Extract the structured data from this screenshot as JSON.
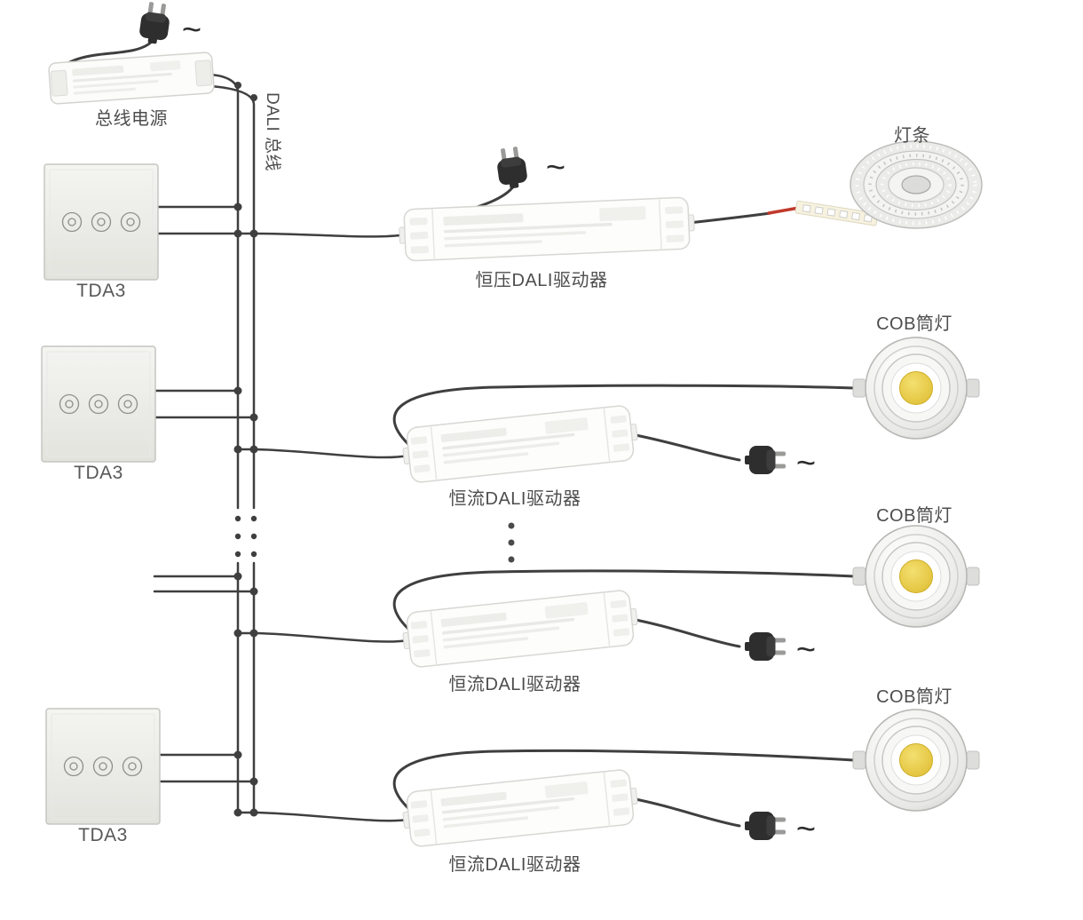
{
  "diagram": {
    "power": {
      "bus_power_label": "总线电源",
      "ac_symbol": "~"
    },
    "bus": {
      "label": "DALI 总线"
    },
    "panels": [
      {
        "label": "TDA3"
      },
      {
        "label": "TDA3"
      },
      {
        "label": "TDA3"
      }
    ],
    "cv_branch": {
      "driver_label": "恒压DALI驱动器",
      "ac_symbol": "~",
      "load_label": "灯条"
    },
    "cc_branches": [
      {
        "driver_label": "恒流DALI驱动器",
        "ac_symbol": "~",
        "load_label": "COB筒灯"
      },
      {
        "driver_label": "恒流DALI驱动器",
        "ac_symbol": "~",
        "load_label": "COB筒灯"
      },
      {
        "driver_label": "恒流DALI驱动器",
        "ac_symbol": "~",
        "load_label": "COB筒灯"
      }
    ],
    "colors": {
      "wire": "#3f3f3f",
      "plug_body": "#2e2e2e",
      "cob_center": "#e3c23a",
      "strip_connector_red": "#c0392b",
      "panel_fill": "#ecece8",
      "device_fill": "#fdfdfc"
    }
  }
}
